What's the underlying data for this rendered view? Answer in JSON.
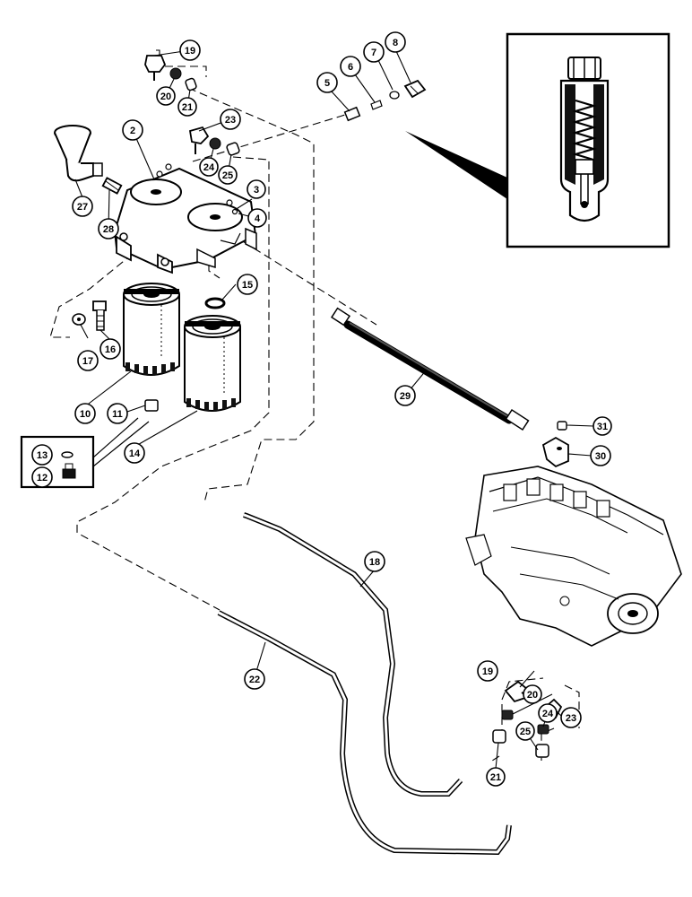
{
  "callouts": [
    {
      "id": "c2",
      "label": "2"
    },
    {
      "id": "c3",
      "label": "3"
    },
    {
      "id": "c4",
      "label": "4"
    },
    {
      "id": "c5",
      "label": "5"
    },
    {
      "id": "c6",
      "label": "6"
    },
    {
      "id": "c7",
      "label": "7"
    },
    {
      "id": "c8",
      "label": "8"
    },
    {
      "id": "c10",
      "label": "10"
    },
    {
      "id": "c11",
      "label": "11"
    },
    {
      "id": "c12",
      "label": "12"
    },
    {
      "id": "c13",
      "label": "13"
    },
    {
      "id": "c14",
      "label": "14"
    },
    {
      "id": "c15",
      "label": "15"
    },
    {
      "id": "c16",
      "label": "16"
    },
    {
      "id": "c17",
      "label": "17"
    },
    {
      "id": "c18",
      "label": "18"
    },
    {
      "id": "c19a",
      "label": "19"
    },
    {
      "id": "c19b",
      "label": "19"
    },
    {
      "id": "c20a",
      "label": "20"
    },
    {
      "id": "c20b",
      "label": "20"
    },
    {
      "id": "c21a",
      "label": "21"
    },
    {
      "id": "c21b",
      "label": "21"
    },
    {
      "id": "c22",
      "label": "22"
    },
    {
      "id": "c23a",
      "label": "23"
    },
    {
      "id": "c23b",
      "label": "23"
    },
    {
      "id": "c24a",
      "label": "24"
    },
    {
      "id": "c24b",
      "label": "24"
    },
    {
      "id": "c25a",
      "label": "25"
    },
    {
      "id": "c25b",
      "label": "25"
    },
    {
      "id": "c27",
      "label": "27"
    },
    {
      "id": "c28",
      "label": "28"
    },
    {
      "id": "c29",
      "label": "29"
    },
    {
      "id": "c30",
      "label": "30"
    },
    {
      "id": "c31",
      "label": "31"
    }
  ],
  "colors": {
    "line": "#000000",
    "background": "#ffffff",
    "shade": "#1a1a1a"
  }
}
